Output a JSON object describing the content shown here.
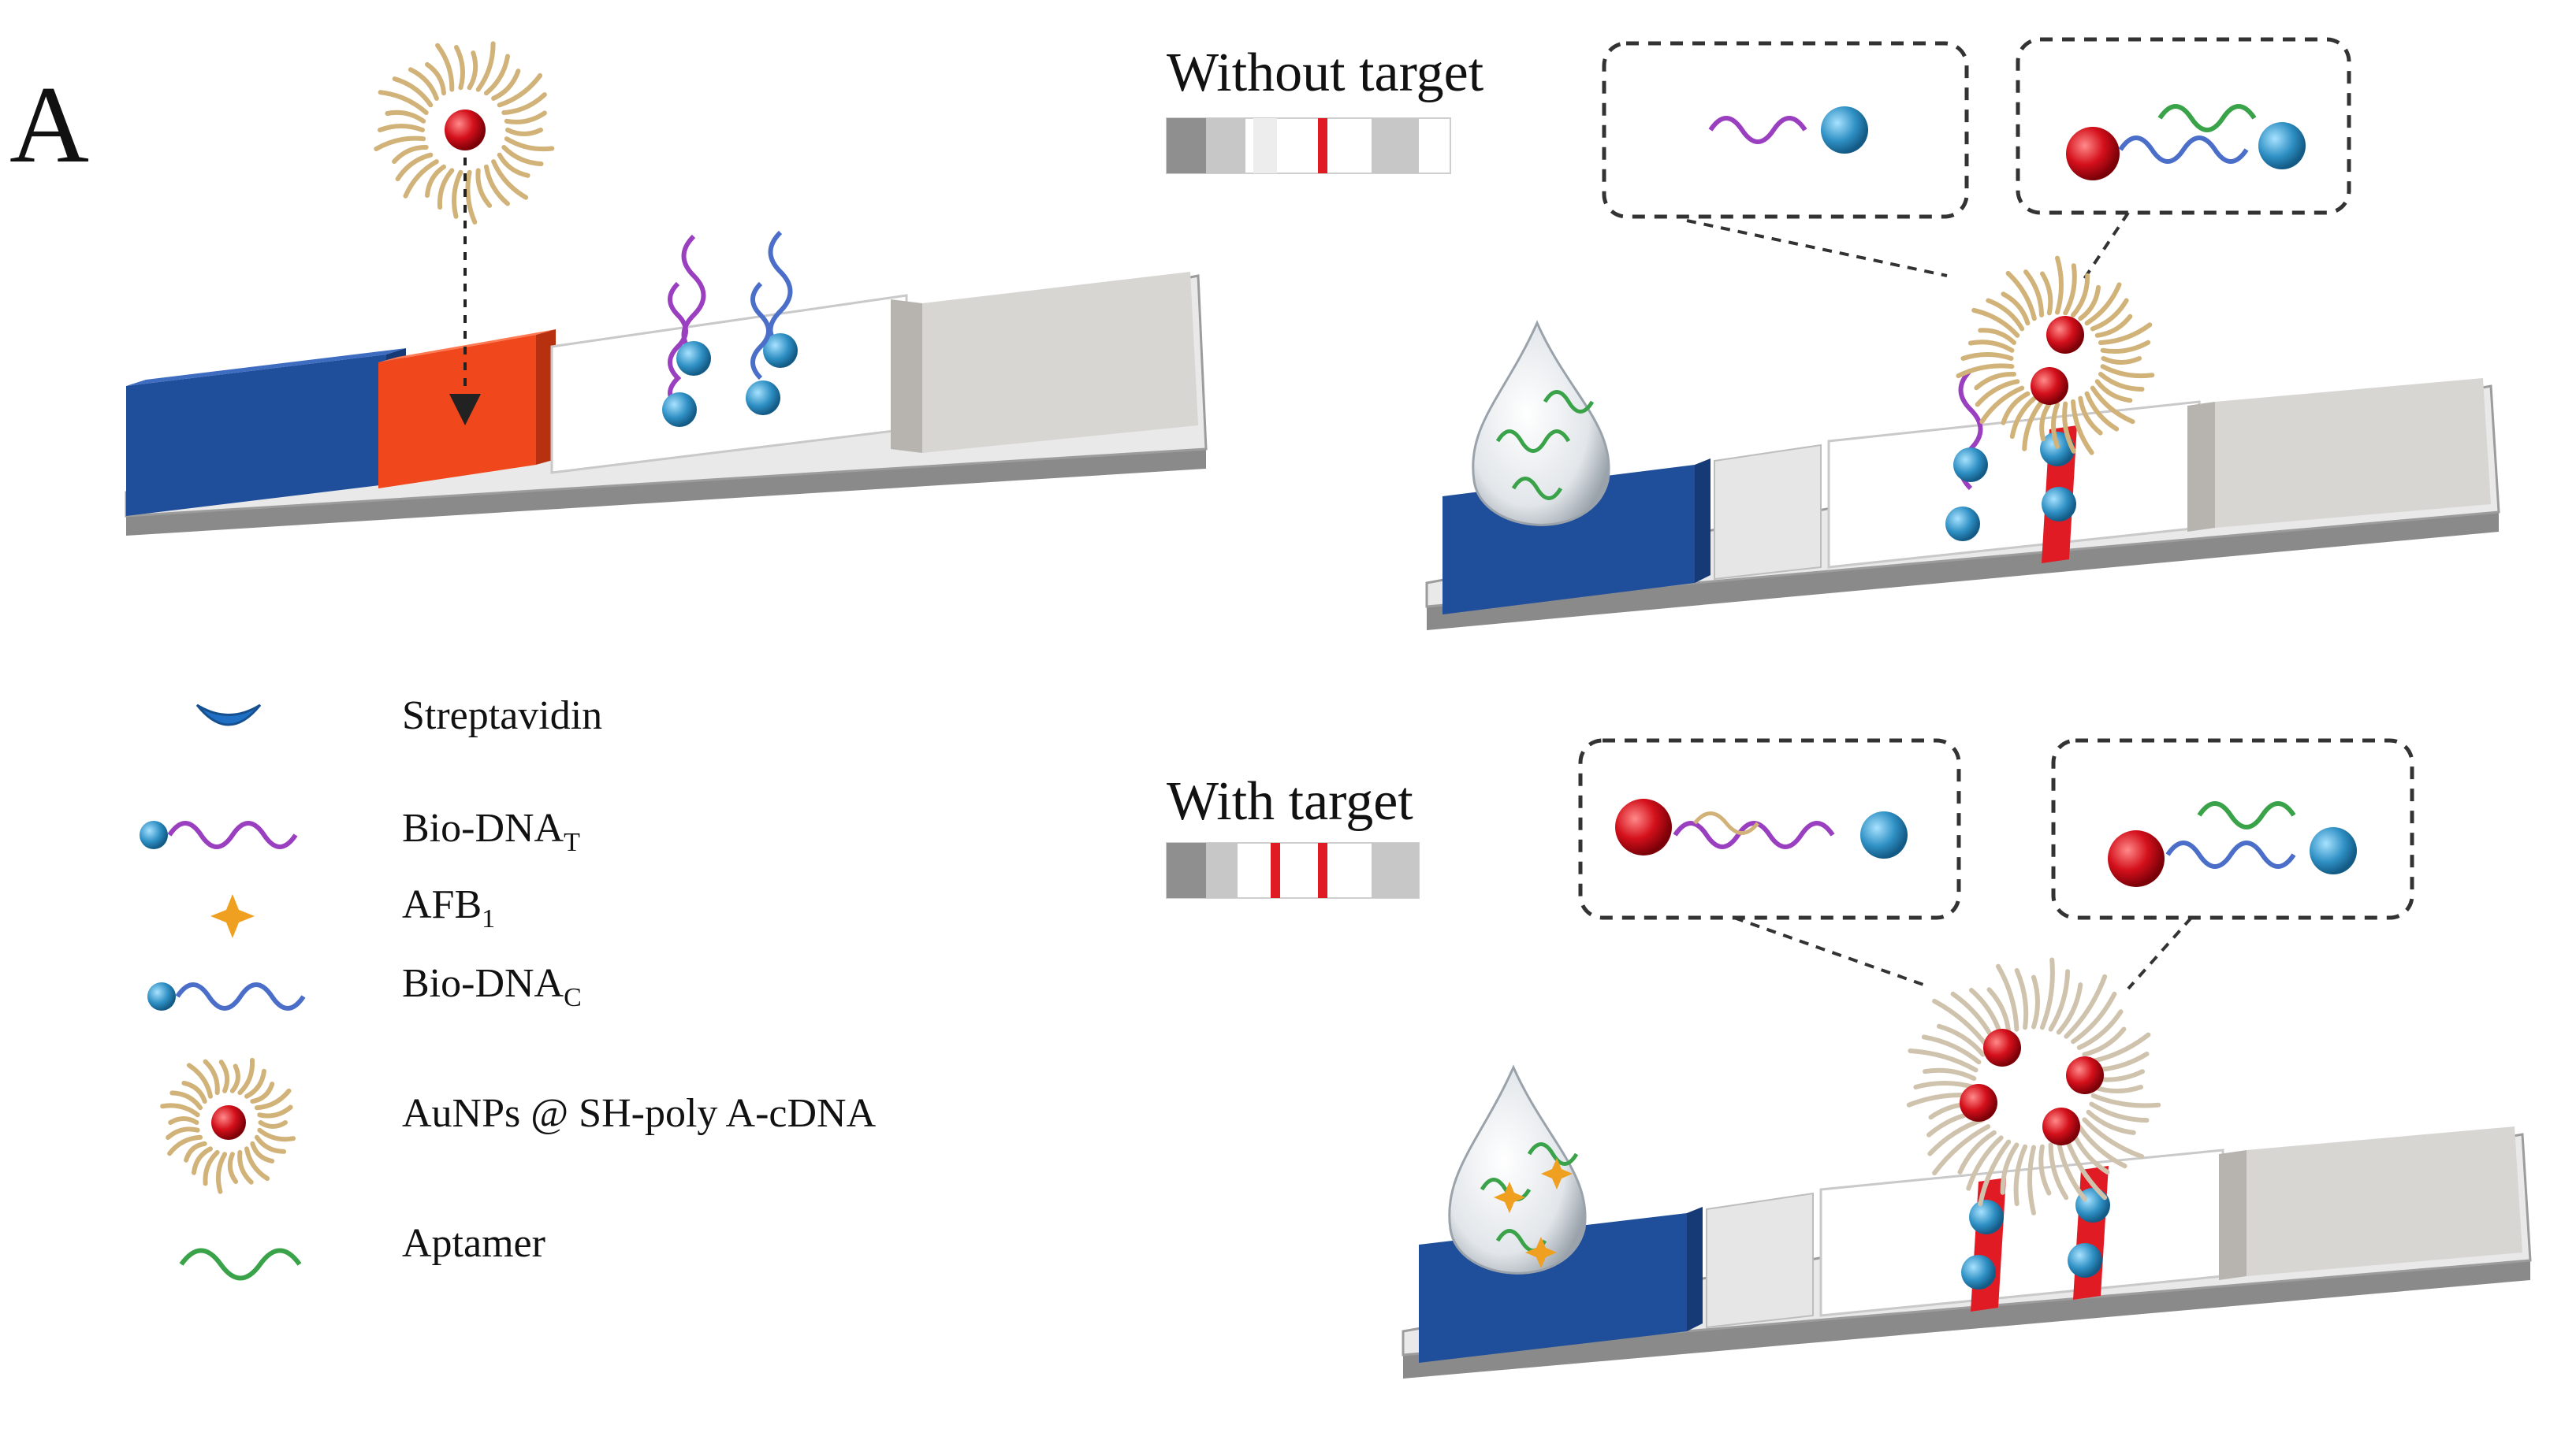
{
  "panel_label": "A",
  "without_target": {
    "heading": "Without target"
  },
  "with_target": {
    "heading": "With target"
  },
  "legend": {
    "streptavidin": "Streptavidin",
    "bio_dna_t_main": "Bio-DNA",
    "bio_dna_t_sub": "T",
    "afb1_main": "AFB",
    "afb1_sub": "1",
    "bio_dna_c_main": "Bio-DNA",
    "bio_dna_c_sub": "C",
    "aunps": "AuNPs @ SH-poly A-cDNA",
    "aptamer": "Aptamer"
  },
  "colors": {
    "sample_pad": "#1f4e9a",
    "conjugate_pad": "#f0471d",
    "strip_base": "#d9d9d9",
    "absorbent_pad": "#d8d6d3",
    "test_line": "#e01b24",
    "gold_np": "#d4101b",
    "bead": "#2f90c4",
    "dna_t": "#9a3fbf",
    "dna_c": "#4b6fc9",
    "aptamer": "#3aa34a",
    "cdna": "#d1b37a",
    "afb1": "#f0a020"
  }
}
